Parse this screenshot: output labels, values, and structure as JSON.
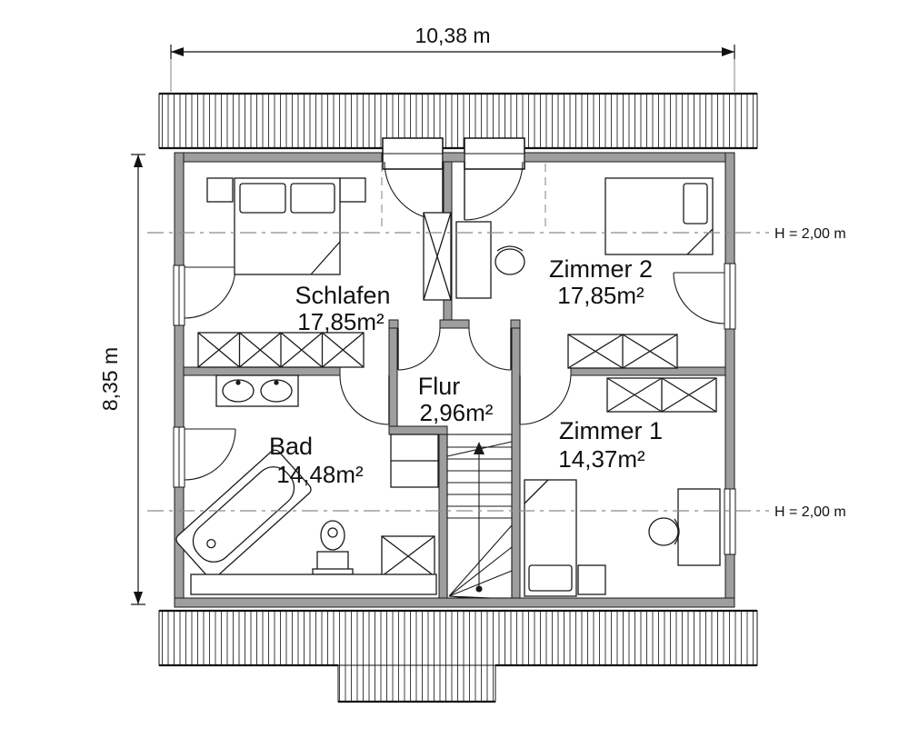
{
  "dimensions": {
    "width": "10,38 m",
    "height": "8,35 m"
  },
  "rooms": [
    {
      "id": "schlafen",
      "name": "Schlafen",
      "area": "17,85m²"
    },
    {
      "id": "zimmer2",
      "name": "Zimmer 2",
      "area": "17,85m²"
    },
    {
      "id": "flur",
      "name": "Flur",
      "area": "2,96m²"
    },
    {
      "id": "bad",
      "name": "Bad",
      "area": "14,48m²"
    },
    {
      "id": "zimmer1",
      "name": "Zimmer 1",
      "area": "14,37m²"
    }
  ],
  "height_annotations": {
    "upper": "H = 2,00 m",
    "lower": "H = 2,00 m"
  },
  "colors": {
    "background": "#ffffff",
    "wall_fill": "#9e9e9e",
    "outline": "#1a1a1a",
    "roof_hatch": "#3f3f3f",
    "dash_line": "#8c8c8c"
  }
}
